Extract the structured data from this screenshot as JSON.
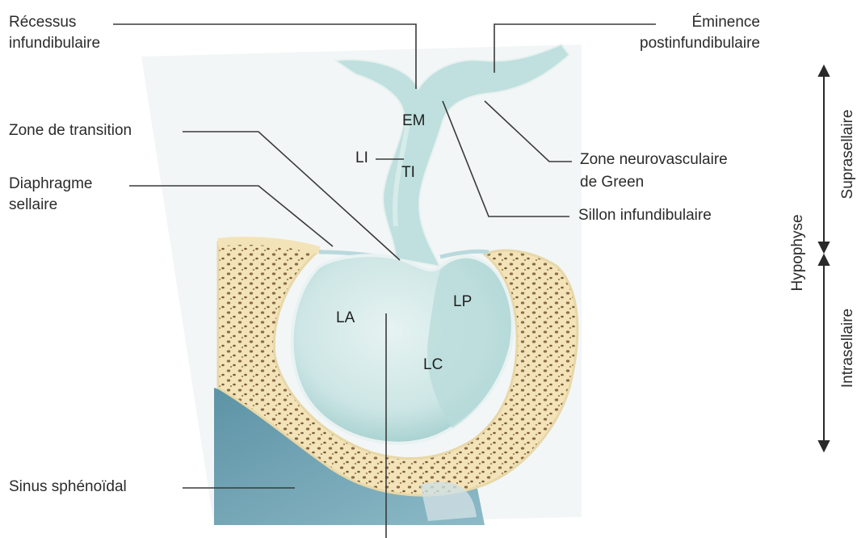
{
  "labels": {
    "recessus": "Récessus\ninfundibulaire",
    "recessus_l1": "Récessus",
    "recessus_l2": "infundibulaire",
    "eminence_l1": "Éminence",
    "eminence_l2": "postinfundibulaire",
    "zone_transition": "Zone de transition",
    "diaphragme_l1": "Diaphragme",
    "diaphragme_l2": "sellaire",
    "zone_neuro_l1": "Zone neurovasculaire",
    "zone_neuro_l2": "de Green",
    "sillon": "Sillon infundibulaire",
    "sinus": "Sinus sphénoïdal"
  },
  "abbreviations": {
    "em": "EM",
    "li": "LI",
    "ti": "TI",
    "lp": "LP",
    "la": "LA",
    "lc": "LC"
  },
  "side_labels": {
    "suprasellaire": "Suprasellaire",
    "intrasellaire": "Intrasellaire",
    "hypophyse": "Hypophyse"
  },
  "colors": {
    "gland": "#cfe7e6",
    "gland_dark": "#a9d3d2",
    "bone": "#f3e8c4",
    "bone_dots": "#7a5a3a",
    "sinus": "#6fa3b4",
    "sinus_light": "#9cc1cc",
    "background_tint": "#f1f5f5",
    "line": "#3a3a3a"
  }
}
